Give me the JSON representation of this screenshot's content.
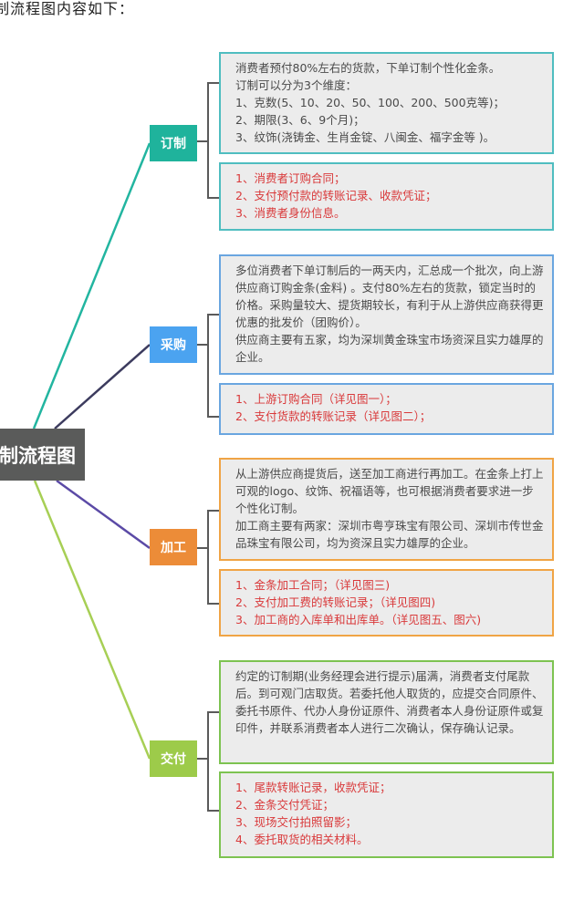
{
  "intro_text": "制流程图内容如下：",
  "center_node": {
    "label": "制流程图",
    "color": "#5a5b5a"
  },
  "branches": [
    {
      "label": "订制",
      "color": "#1fb39c",
      "line_color": "#22b5a0",
      "description": [
        "消费者预付80%左右的货款，下单订制个性化金条。",
        "订制可以分为3个维度：",
        "1、克数(5、10、20、50、100、200、500克等)；",
        "2、期限(3、6、9个月)；",
        "3、纹饰(浇铸金、生肖金锭、八闽金、福字金等 )。"
      ],
      "documents": [
        "1、消费者订购合同；",
        "2、支付预付款的转账记录、收款凭证；",
        "3、消费者身份信息。"
      ]
    },
    {
      "label": "采购",
      "color": "#4ba3f0",
      "line_color": "#3c3b5e",
      "description": [
        "多位消费者下单订制后的一两天内，汇总成一个批次，向上游供应商订购金条(金料) 。支付80%左右的货款，锁定当时的价格。采购量较大、提货期较长，有利于从上游供应商获得更优惠的批发价（团购价）。",
        "供应商主要有五家，均为深圳黄金珠宝市场资深且实力雄厚的企业。"
      ],
      "documents": [
        "1、上游订购合同（详见图一）；",
        "2、支付货款的转账记录（详见图二）；"
      ]
    },
    {
      "label": "加工",
      "color": "#ec8c38",
      "line_color": "#5b4aa6",
      "description": [
        "从上游供应商提货后，送至加工商进行再加工。在金条上打上可观的logo、纹饰、祝福语等，也可根据消费者要求进一步个性化订制。",
        "加工商主要有两家：深圳市粤亨珠宝有限公司、深圳市传世金品珠宝有限公司，均为资深且实力雄厚的企业。"
      ],
      "documents": [
        "1、金条加工合同；（详见图三)",
        "2、支付加工费的转账记录；（详见图四)",
        "3、加工商的入库单和出库单。（详见图五、图六)"
      ]
    },
    {
      "label": "交付",
      "color": "#9dcb4a",
      "line_color": "#a7cf55",
      "description": [
        "约定的订制期(业务经理会进行提示)届满，消费者支付尾款后。到可观门店取货。若委托他人取货的，应提交合同原件、委托书原件、代办人身份证原件、消费者本人身份证原件或复印件，并联系消费者本人进行二次确认，保存确认记录。"
      ],
      "documents": [
        "1、尾款转账记录，收款凭证；",
        "2、金条交付凭证；",
        "3、现场交付拍照留影；",
        "4、委托取货的相关材料。"
      ]
    }
  ],
  "colors": {
    "box_background": "#ececec",
    "bracket": "#5a5a5a",
    "document_text": "#d9393a",
    "description_text": "#4a4a4a",
    "box_border": [
      "#4fbdc0",
      "#6aa6e0",
      "#f0a445",
      "#7dc351"
    ]
  }
}
